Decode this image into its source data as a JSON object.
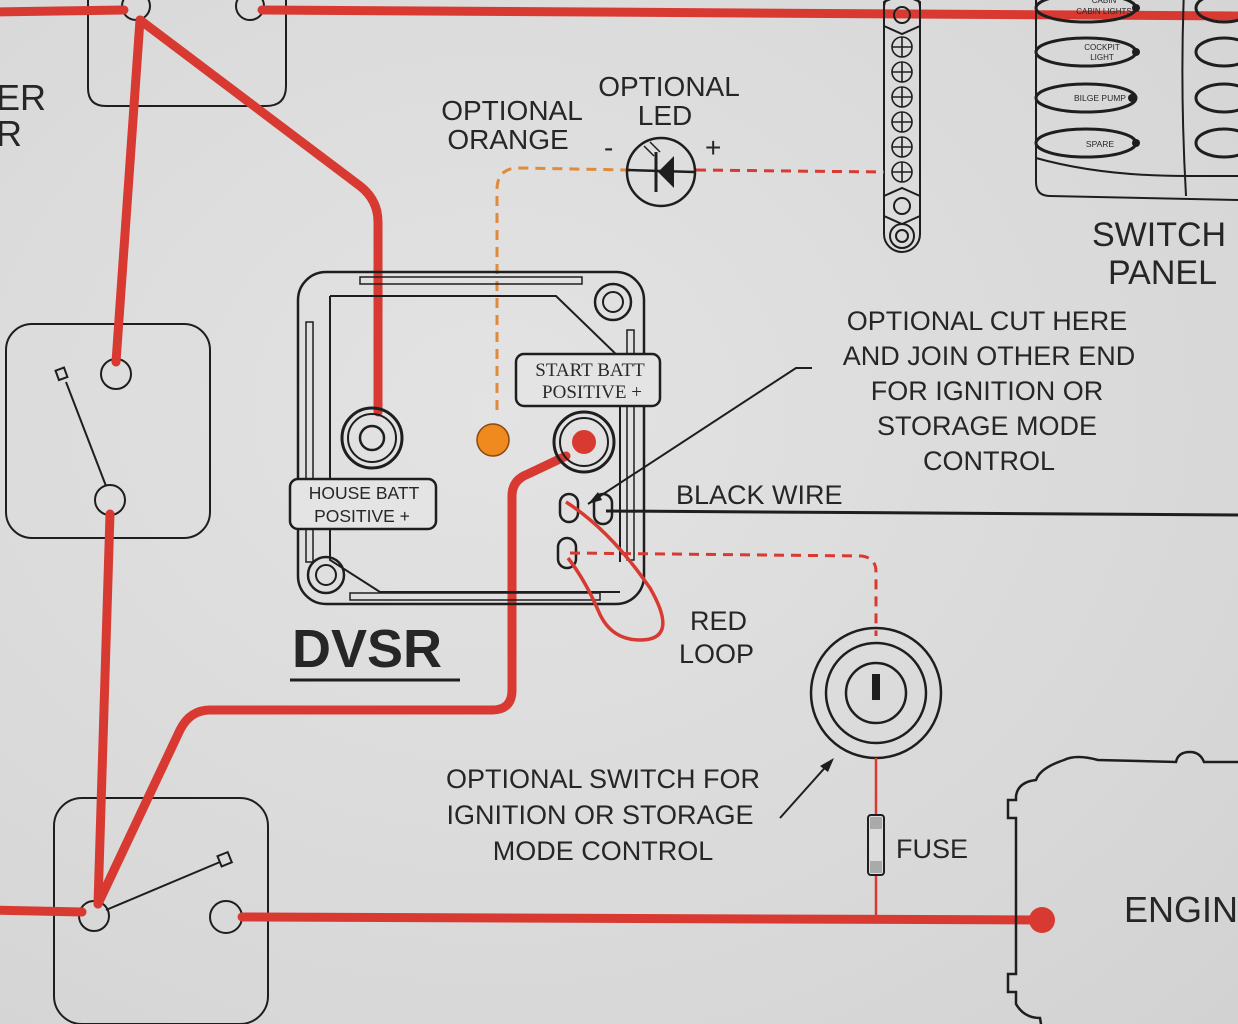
{
  "diagram": {
    "title": "DVSR",
    "labels": {
      "left_partial_line1": "ER",
      "left_partial_line2": "R",
      "optional_orange_line1": "OPTIONAL",
      "optional_orange_line2": "ORANGE",
      "optional_led_line1": "OPTIONAL",
      "optional_led_line2": "LED",
      "led_minus": "-",
      "led_plus": "+",
      "start_batt_line1": "START BATT",
      "start_batt_line2": "POSITIVE +",
      "house_batt_line1": "HOUSE BATT",
      "house_batt_line2": "POSITIVE +",
      "cut_note": [
        "OPTIONAL CUT HERE",
        "AND JOIN OTHER END",
        "FOR IGNITION OR",
        "STORAGE MODE",
        "CONTROL"
      ],
      "black_wire": "BLACK WIRE",
      "red_loop_line1": "RED",
      "red_loop_line2": "LOOP",
      "switch_note": [
        "OPTIONAL SWITCH FOR",
        "IGNITION OR STORAGE",
        "MODE CONTROL"
      ],
      "fuse": "FUSE",
      "engine": "ENGIN",
      "switch_panel_line1": "SWITCH",
      "switch_panel_line2": "PANEL"
    },
    "switch_panel_buttons": [
      "CABIN LIGHTS",
      "COCKPIT LIGHT",
      "BILGE PUMP",
      "SPARE"
    ],
    "colors": {
      "positive_wire": "#d83a32",
      "orange_wire": "#e08a3c",
      "orange_terminal": "#f08a1e",
      "ink": "#1e1e1e",
      "paper": "#dcdcdc"
    }
  }
}
